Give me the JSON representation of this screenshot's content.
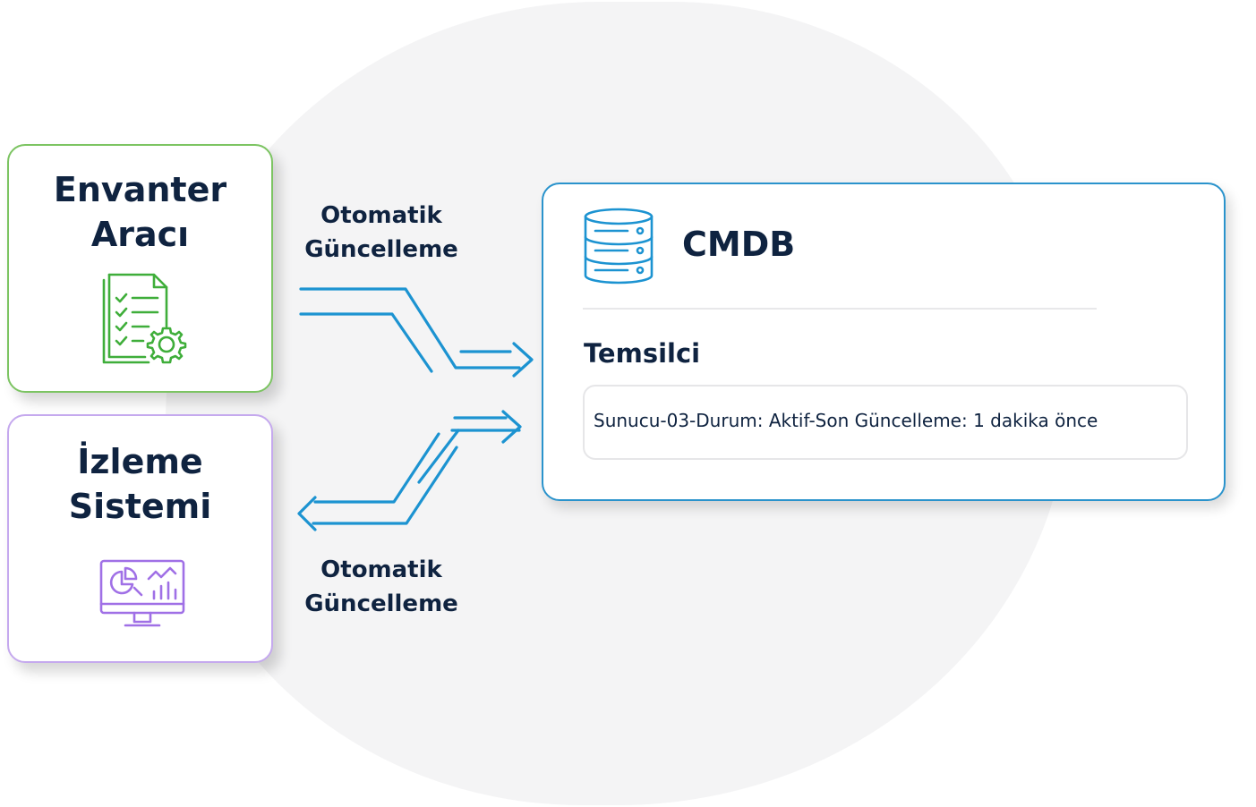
{
  "inventory_card": {
    "title_line1": "Envanter",
    "title_line2": "Aracı",
    "icon": "checklist-gear-icon",
    "border_color": "#7cc462"
  },
  "monitoring_card": {
    "title_line1": "İzleme",
    "title_line2": "Sistemi",
    "icon": "dashboard-monitor-icon",
    "border_color": "#c5a9ee"
  },
  "flows": {
    "top_label_line1": "Otomatik",
    "top_label_line2": "Güncelleme",
    "bottom_label_line1": "Otomatik",
    "bottom_label_line2": "Güncelleme",
    "arrow_color": "#1c93d1"
  },
  "cmdb": {
    "title": "CMDB",
    "icon": "database-icon",
    "agent_label": "Temsilci",
    "status": "Sunucu-03-Durum: Aktif-Son Güncelleme: 1 dakika önce",
    "border_color": "#2a93cc"
  }
}
